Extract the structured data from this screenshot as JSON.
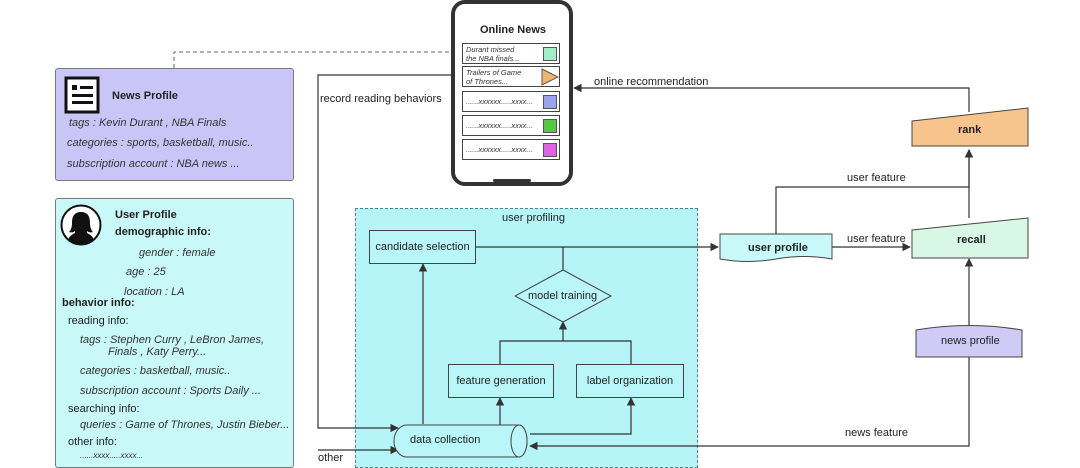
{
  "phone": {
    "title": "Online News",
    "items": [
      {
        "line1": "Durant missed",
        "line2": "the NBA finals...",
        "color": "#9ff0c8",
        "shape": "square"
      },
      {
        "line1": "Trailers of  Game",
        "line2": "of Thrones...",
        "color": "#f2b36a",
        "shape": "triangle"
      },
      {
        "line1": "......xxxxxx.....xxxx...",
        "line2": "",
        "color": "#9aa4ee",
        "shape": "square"
      },
      {
        "line1": "......xxxxxx.....xxxx...",
        "line2": "",
        "color": "#55c93f",
        "shape": "square"
      },
      {
        "line1": "......xxxxxx.....xxxx...",
        "line2": "",
        "color": "#e061e6",
        "shape": "square"
      }
    ]
  },
  "news_profile_card": {
    "title": "News Profile",
    "tags": "tags : Kevin Durant ,  NBA Finals",
    "categories": "categories :  sports, basketball, music..",
    "subscription": "subscription account  :    NBA news ..."
  },
  "user_profile_card": {
    "title": "User Profile",
    "demographic_heading": "demographic info:",
    "gender": "gender : female",
    "age": "age : 25",
    "location": "location : LA",
    "behavior_heading": "behavior info:",
    "reading_heading": "reading info:",
    "reading_tags_line1": "tags : Stephen Curry , LeBron James,",
    "reading_tags_line2": "Finals , Katy Perry...",
    "reading_categories": "categories :  basketball, music..",
    "reading_subscription": "subscription account  :   Sports Daily ...",
    "searching_heading": "searching info:",
    "queries": "queries :   Game of Thrones, Justin Bieber...",
    "other_heading": "other info:",
    "other_value": "......xxxx.....xxxx..."
  },
  "profiling": {
    "label": "user profiling",
    "candidate_selection": "candidate selection",
    "model_training": "model training",
    "feature_generation": "feature generation",
    "label_organization": "label organization",
    "data_collection": "data collection"
  },
  "nodes": {
    "user_profile": "user profile",
    "recall": "recall",
    "rank": "rank",
    "news_profile": "news profile"
  },
  "edges": {
    "record_reading": "record reading behaviors",
    "online_recommendation": "online recommendation",
    "user_feature_top": "user feature",
    "user_feature_mid": "user feature",
    "news_feature": "news feature",
    "other": "other"
  },
  "colors": {
    "news_card": "#c9c6f7",
    "user_card": "#c8f8f8",
    "profiling_area": "#b5f4f7",
    "rank": "#f7c48d",
    "recall": "#d8f7e4",
    "news_profile_node": "#cfcaf6",
    "user_profile_node": "#c8f8f8"
  }
}
